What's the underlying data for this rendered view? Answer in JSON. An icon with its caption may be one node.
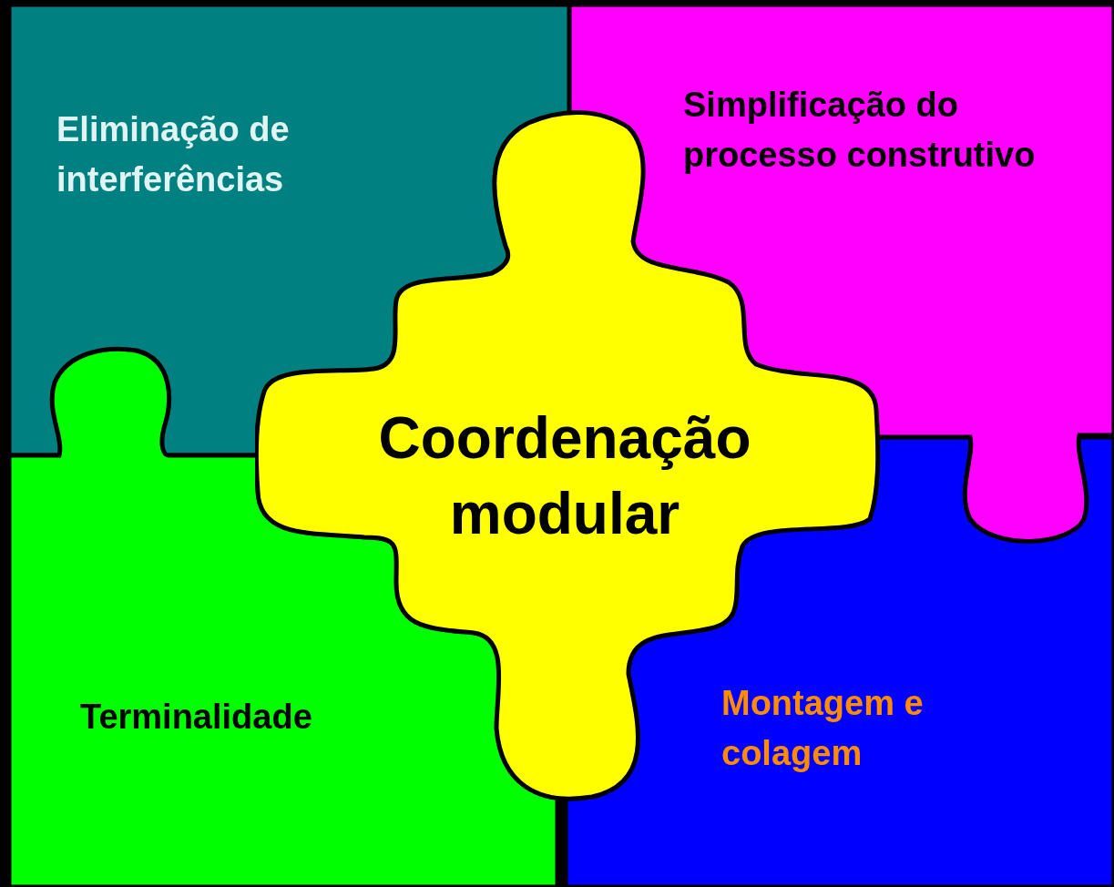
{
  "diagram": {
    "nodes": [
      {
        "text": [
          "Eliminação de interferências"
        ]
      },
      {
        "text": [
          "Simplificação do processo construtivo"
        ]
      },
      {
        "text": [
          "Coordenação modular"
        ]
      },
      {
        "text": [
          "Terminalidade"
        ]
      },
      {
        "text": [
          "Montagem e colagem"
        ]
      }
    ]
  }
}
